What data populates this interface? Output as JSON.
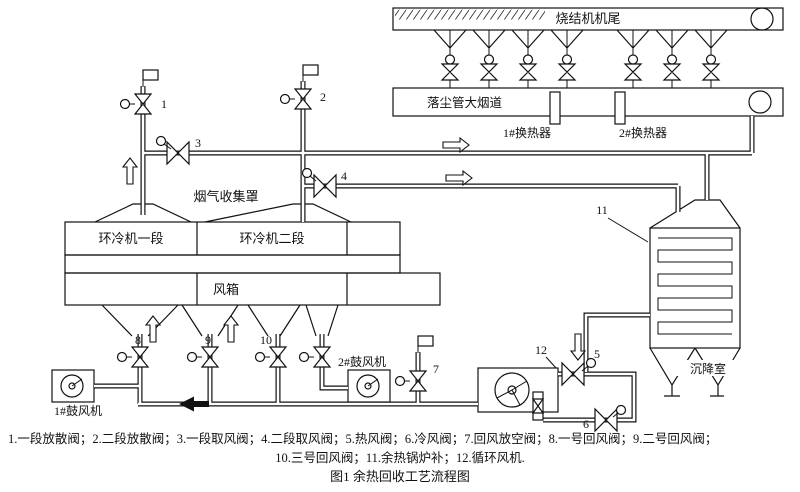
{
  "figure": {
    "sinter_tail": "烧结机机尾",
    "flue_label": "落尘管大烟道",
    "hx1_label": "1#换热器",
    "hx2_label": "2#换热器",
    "hood_label": "烟气收集罩",
    "cooler_sec1": "环冷机一段",
    "cooler_sec2": "环冷机二段",
    "windbox_label": "风箱",
    "blower1_label": "1#鼓风机",
    "blower2_label": "2#鼓风机",
    "settling_label": "沉降室",
    "callouts": [
      "1",
      "2",
      "3",
      "4",
      "5",
      "6",
      "7",
      "8",
      "9",
      "10",
      "11",
      "12"
    ]
  },
  "caption": {
    "line1": "1.一段放散阀；2.二段放散阀；3.一段取风阀；4.二段取风阀；5.热风阀；6.冷风阀；7.回风放空阀；8.一号回风阀；9.二号回风阀；",
    "line2": "10.三号回风阀；11.余热锅炉补；12.循环风机.",
    "line3": "图1  余热回收工艺流程图"
  }
}
